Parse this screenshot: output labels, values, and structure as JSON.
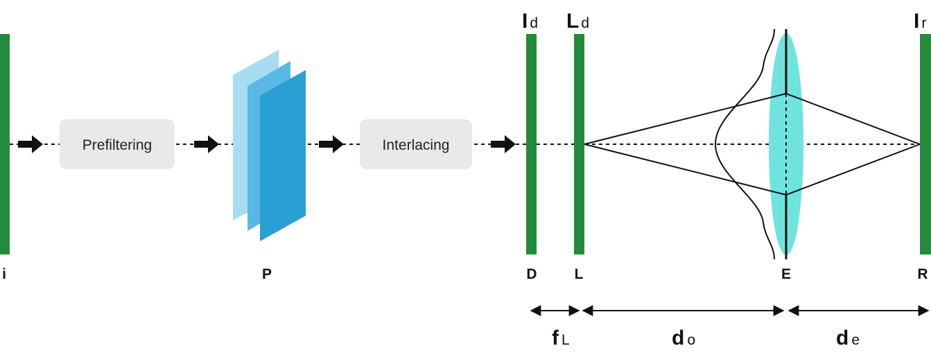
{
  "boxes": {
    "prefiltering": "Prefiltering",
    "interlacing": "Interlacing"
  },
  "plane_labels": {
    "i": "i",
    "p": "P",
    "d": "D",
    "l": "L",
    "e": "E",
    "r": "R"
  },
  "top_labels": {
    "id_main": "I",
    "id_sub": "d",
    "ld_main": "L",
    "ld_sub": "d",
    "ir_main": "I",
    "ir_sub": "r"
  },
  "dimensions": {
    "fl_main": "f",
    "fl_sub": "L",
    "do_main": "d",
    "do_sub": "o",
    "de_main": "d",
    "de_sub": "e"
  },
  "colors": {
    "plane_green": "#228b3c",
    "layer_light": "#a7dcf3",
    "layer_mid": "#5ab8e6",
    "layer_dark": "#2a9fd3",
    "lens_cyan": "#6fe3dd",
    "box_fill": "#e9e9e9"
  }
}
